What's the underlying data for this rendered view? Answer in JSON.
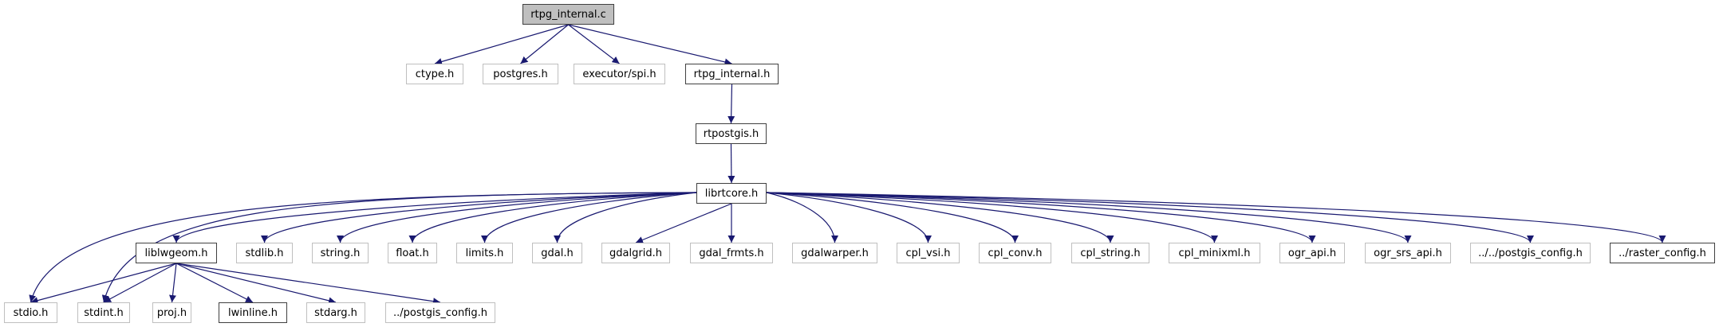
{
  "title": "rtpg_internal.c include dependency graph",
  "colors": {
    "edge": "#191970",
    "root_fill": "#bfbfbf",
    "external_border": "#bfbfbf",
    "local_border": "#404040"
  },
  "nodes": [
    {
      "id": "root",
      "label": "rtpg_internal.c",
      "kind": "root"
    },
    {
      "id": "ctype",
      "label": "ctype.h",
      "kind": "external"
    },
    {
      "id": "postgres",
      "label": "postgres.h",
      "kind": "external"
    },
    {
      "id": "spi",
      "label": "executor/spi.h",
      "kind": "external"
    },
    {
      "id": "rtpg_internal_h",
      "label": "rtpg_internal.h",
      "kind": "local"
    },
    {
      "id": "rtpostgis",
      "label": "rtpostgis.h",
      "kind": "local"
    },
    {
      "id": "librtcore",
      "label": "librtcore.h",
      "kind": "local"
    },
    {
      "id": "liblwgeom",
      "label": "liblwgeom.h",
      "kind": "local"
    },
    {
      "id": "stdlib",
      "label": "stdlib.h",
      "kind": "external"
    },
    {
      "id": "string",
      "label": "string.h",
      "kind": "external"
    },
    {
      "id": "float",
      "label": "float.h",
      "kind": "external"
    },
    {
      "id": "limits",
      "label": "limits.h",
      "kind": "external"
    },
    {
      "id": "gdal",
      "label": "gdal.h",
      "kind": "external"
    },
    {
      "id": "gdalgrid",
      "label": "gdalgrid.h",
      "kind": "external"
    },
    {
      "id": "gdal_frmts",
      "label": "gdal_frmts.h",
      "kind": "external"
    },
    {
      "id": "gdalwarper",
      "label": "gdalwarper.h",
      "kind": "external"
    },
    {
      "id": "cpl_vsi",
      "label": "cpl_vsi.h",
      "kind": "external"
    },
    {
      "id": "cpl_conv",
      "label": "cpl_conv.h",
      "kind": "external"
    },
    {
      "id": "cpl_string",
      "label": "cpl_string.h",
      "kind": "external"
    },
    {
      "id": "cpl_minixml",
      "label": "cpl_minixml.h",
      "kind": "external"
    },
    {
      "id": "ogr_api",
      "label": "ogr_api.h",
      "kind": "external"
    },
    {
      "id": "ogr_srs_api",
      "label": "ogr_srs_api.h",
      "kind": "external"
    },
    {
      "id": "postgis_config2",
      "label": "../../postgis_config.h",
      "kind": "external"
    },
    {
      "id": "raster_config",
      "label": "../raster_config.h",
      "kind": "local"
    },
    {
      "id": "stdio",
      "label": "stdio.h",
      "kind": "external"
    },
    {
      "id": "stdint",
      "label": "stdint.h",
      "kind": "external"
    },
    {
      "id": "proj",
      "label": "proj.h",
      "kind": "external"
    },
    {
      "id": "lwinline",
      "label": "lwinline.h",
      "kind": "local"
    },
    {
      "id": "stdarg",
      "label": "stdarg.h",
      "kind": "external"
    },
    {
      "id": "postgis_config1",
      "label": "../postgis_config.h",
      "kind": "external"
    }
  ],
  "edges": [
    [
      "root",
      "ctype"
    ],
    [
      "root",
      "postgres"
    ],
    [
      "root",
      "spi"
    ],
    [
      "root",
      "rtpg_internal_h"
    ],
    [
      "rtpg_internal_h",
      "rtpostgis"
    ],
    [
      "rtpostgis",
      "librtcore"
    ],
    [
      "librtcore",
      "stdio"
    ],
    [
      "librtcore",
      "stdint"
    ],
    [
      "librtcore",
      "liblwgeom"
    ],
    [
      "librtcore",
      "stdlib"
    ],
    [
      "librtcore",
      "string"
    ],
    [
      "librtcore",
      "float"
    ],
    [
      "librtcore",
      "limits"
    ],
    [
      "librtcore",
      "gdal"
    ],
    [
      "librtcore",
      "gdalgrid"
    ],
    [
      "librtcore",
      "gdal_frmts"
    ],
    [
      "librtcore",
      "gdalwarper"
    ],
    [
      "librtcore",
      "cpl_vsi"
    ],
    [
      "librtcore",
      "cpl_conv"
    ],
    [
      "librtcore",
      "cpl_string"
    ],
    [
      "librtcore",
      "cpl_minixml"
    ],
    [
      "librtcore",
      "ogr_api"
    ],
    [
      "librtcore",
      "ogr_srs_api"
    ],
    [
      "librtcore",
      "postgis_config2"
    ],
    [
      "librtcore",
      "raster_config"
    ],
    [
      "liblwgeom",
      "stdio"
    ],
    [
      "liblwgeom",
      "stdint"
    ],
    [
      "liblwgeom",
      "proj"
    ],
    [
      "liblwgeom",
      "lwinline"
    ],
    [
      "liblwgeom",
      "stdarg"
    ],
    [
      "liblwgeom",
      "postgis_config1"
    ]
  ]
}
